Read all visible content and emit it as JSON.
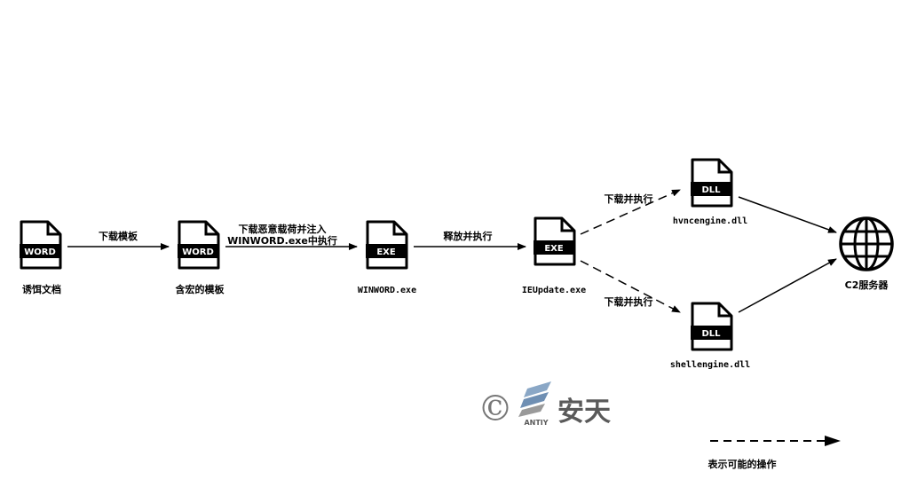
{
  "nodes": {
    "bait_doc": {
      "badge": "WORD",
      "label": "诱饵文档"
    },
    "macro_template": {
      "badge": "WORD",
      "label": "含宏的模板"
    },
    "winword": {
      "badge": "EXE",
      "label": "WINWORD.exe"
    },
    "ieupdate": {
      "badge": "EXE",
      "label": "IEUpdate.exe"
    },
    "hvnc_dll": {
      "badge": "DLL",
      "label": "hvncengine.dll"
    },
    "shell_dll": {
      "badge": "DLL",
      "label": "shellengine.dll"
    },
    "c2": {
      "icon": "globe-icon",
      "label": "C2服务器"
    }
  },
  "edges": {
    "download_template": "下载模板",
    "download_payload_line1": "下载恶意载荷并注入",
    "download_payload_line2": "WINWORD.exe中执行",
    "release_execute": "释放并执行",
    "download_execute_top": "下载并执行",
    "download_execute_bottom": "下载并执行"
  },
  "legend": {
    "dashed_meaning": "表示可能的操作"
  },
  "watermark": {
    "symbol": "©",
    "brand_cn": "安天",
    "brand_en": "ANTIY"
  }
}
